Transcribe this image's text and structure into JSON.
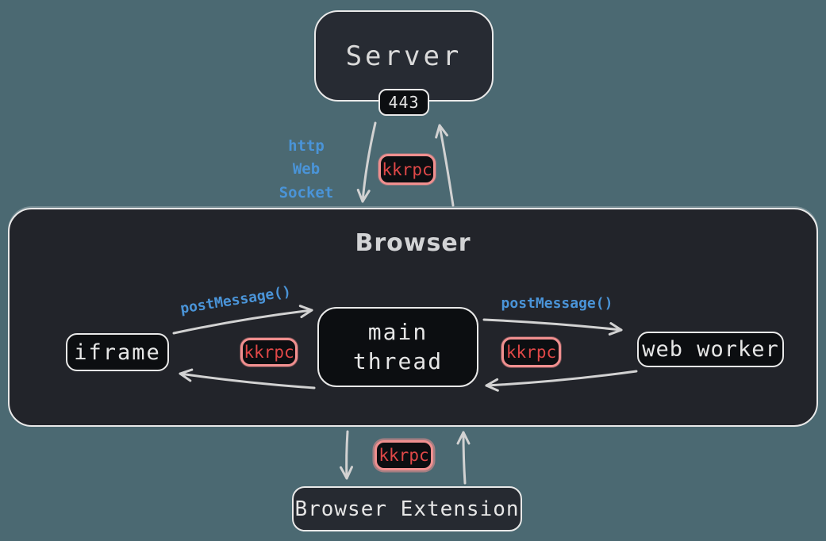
{
  "colors": {
    "background": "#4b6972",
    "browser_panel": "#22242a",
    "server_fill": "#272b33",
    "node_fill": "#0c0e11",
    "extension_fill": "#262a31",
    "border": "#e9e9e9",
    "arrow": "#d2d2d2",
    "blue": "#4a94d8",
    "red": "#e04848",
    "red_border": "#f08f8f",
    "text": "#e6e6e6"
  },
  "nodes": {
    "server": {
      "label": "Server",
      "port": "443"
    },
    "browser": {
      "label": "Browser"
    },
    "iframe": {
      "label": "iframe"
    },
    "main_thread": {
      "line1": "main",
      "line2": "thread"
    },
    "web_worker": {
      "label": "web worker"
    },
    "browser_extension": {
      "label": "Browser Extension"
    }
  },
  "edge_labels": {
    "kkrpc": "kkrpc",
    "post_message": "postMessage()",
    "http": "http",
    "web_socket": "Web Socket"
  }
}
